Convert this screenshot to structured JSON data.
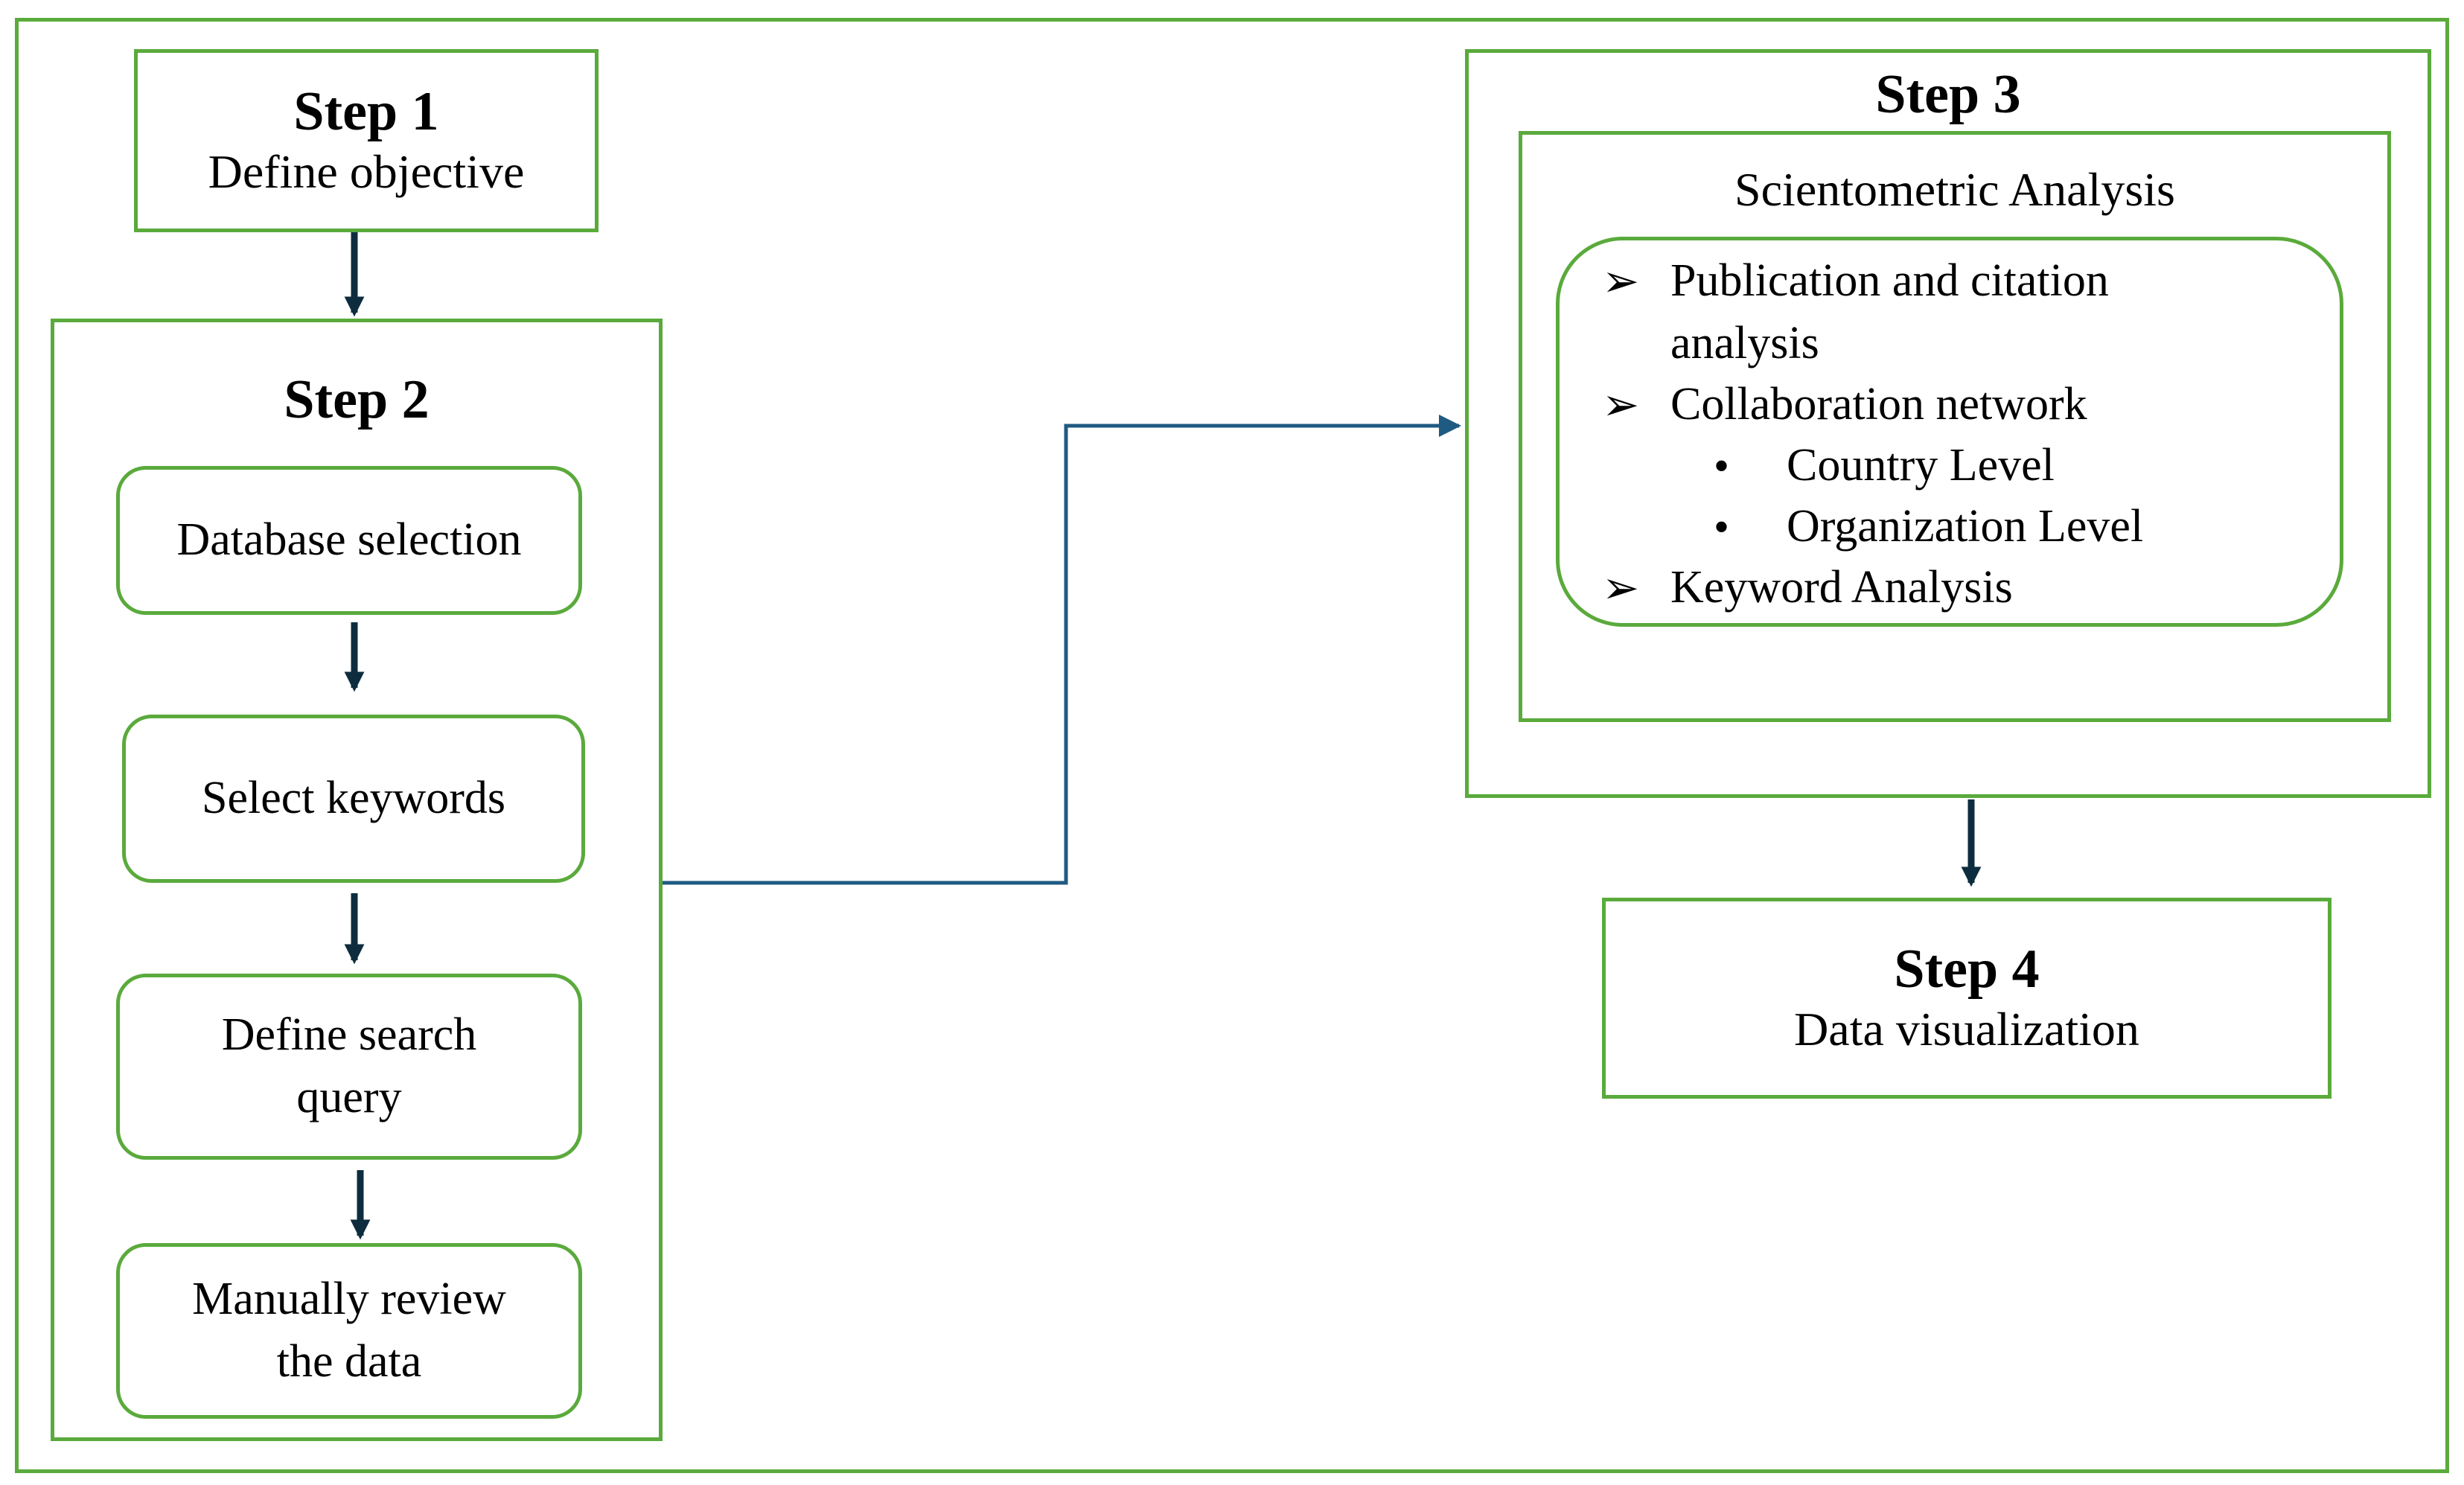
{
  "step1": {
    "title": "Step 1",
    "subtitle": "Define objective"
  },
  "step2": {
    "title": "Step 2",
    "nodes": [
      {
        "lines": [
          "Database selection"
        ]
      },
      {
        "lines": [
          "Select keywords"
        ]
      },
      {
        "lines": [
          "Define search",
          "query"
        ]
      },
      {
        "lines": [
          "Manually review",
          "the data"
        ]
      }
    ]
  },
  "step3": {
    "title": "Step 3",
    "analysis_title": "Scientometric Analysis",
    "items": [
      {
        "marker": "➢",
        "lines": [
          "Publication  and citation",
          "analysis"
        ]
      },
      {
        "marker": "➢",
        "lines": [
          "Collaboration network"
        ]
      },
      {
        "marker": "•",
        "lines": [
          "Country Level"
        ],
        "sub": true
      },
      {
        "marker": "•",
        "lines": [
          "Organization Level"
        ],
        "sub": true
      },
      {
        "marker": "➢",
        "lines": [
          "Keyword Analysis"
        ]
      }
    ]
  },
  "step4": {
    "title": "Step 4",
    "subtitle": "Data visualization"
  },
  "colors": {
    "box_border": "#5aaa3c",
    "arrow": "#0d2d3f",
    "connector": "#1f5a82"
  }
}
